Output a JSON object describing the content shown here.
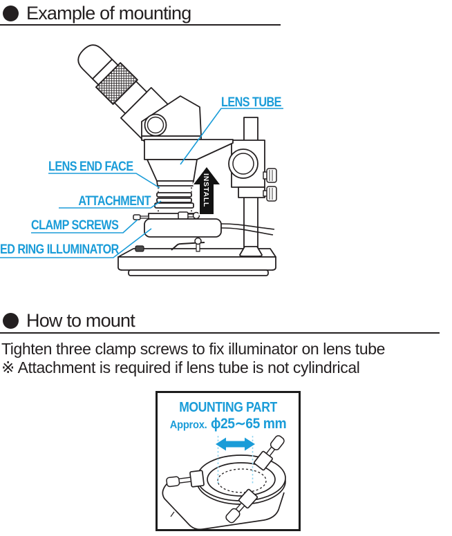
{
  "colors": {
    "accent_blue": "#1a9cd8",
    "guide_blue_light": "#8fd4f0",
    "ink_black": "#231f20"
  },
  "icons": {
    "section_bullet": "filled-circle",
    "install_arrow": "up-arrow",
    "size_arrow": "left-right-arrow"
  },
  "section_example_of_mounting": {
    "title": "Example of mounting"
  },
  "diagram_mounting": {
    "labels": {
      "lens_tube": "LENS TUBE",
      "lens_end_face": "LENS END FACE",
      "attachment": "ATTACHMENT",
      "clamp_screws": "CLAMP SCREWS",
      "led_ring_illuminator": "ED RING ILLUMINATOR"
    },
    "install_arrow_label": "INSTALL"
  },
  "section_how_to_mount": {
    "title": "How to mount",
    "instruction": "Tighten three clamp screws to fix illuminator on lens tube",
    "note": "※ Attachment is required if lens tube is not cylindrical"
  },
  "mounting_box": {
    "title": "MOUNTING PART",
    "approx_prefix": "Approx.",
    "approx_value": "ϕ25∼65 mm"
  }
}
